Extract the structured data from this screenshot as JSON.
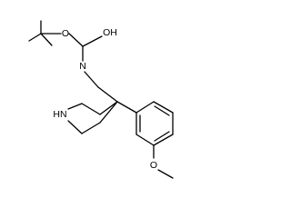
{
  "molecule": {
    "atom_labels": {
      "hydroxyl": "OH",
      "ester_oxygen": "O",
      "carbamate_nitrogen": "N",
      "piperidine_nitrogen": "HN",
      "methoxy_oxygen": "O"
    },
    "colors": {
      "bond": "#000000",
      "label": "#000000",
      "background": "#ffffff"
    }
  }
}
